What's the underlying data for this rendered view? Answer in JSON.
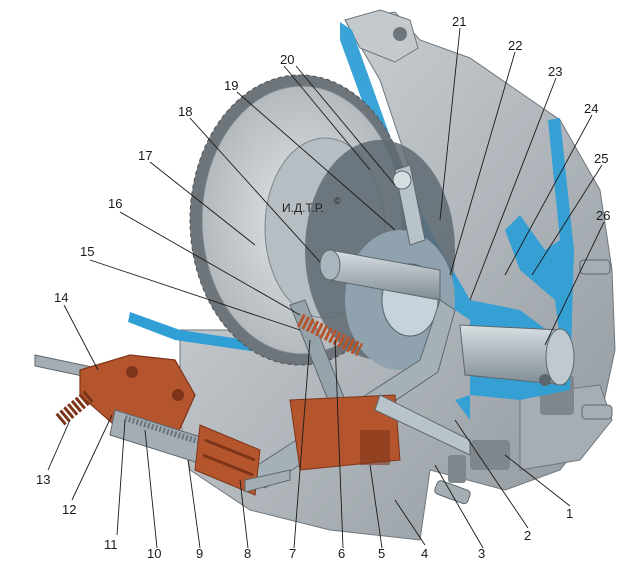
{
  "watermark": "И.Д.Т.Р.",
  "watermark_mark": "©",
  "labels": [
    "1",
    "2",
    "3",
    "4",
    "5",
    "6",
    "7",
    "8",
    "9",
    "10",
    "11",
    "12",
    "13",
    "14",
    "15",
    "16",
    "17",
    "18",
    "19",
    "20",
    "21",
    "22",
    "23",
    "24",
    "25",
    "26"
  ],
  "colors": {
    "housing": "#b9bfc4",
    "housing_dark": "#8e969c",
    "cut_face": "#2f9fd6",
    "flywheel": "#c8cdd1",
    "teeth": "#6e757a",
    "copper": "#b5552e",
    "copper_dark": "#7d3419",
    "shaft": "#9aa6ae",
    "inner": "#5f6a72"
  }
}
